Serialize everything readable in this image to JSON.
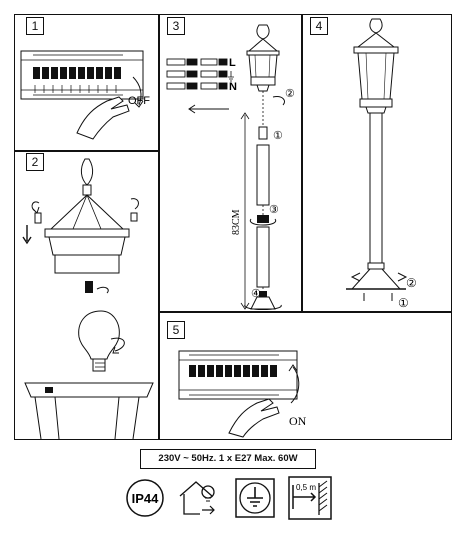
{
  "steps": {
    "s1": "1",
    "s2": "2",
    "s3": "3",
    "s4": "4",
    "s5": "5"
  },
  "labels": {
    "off": "OFF",
    "on": "ON",
    "wire_l": "L",
    "wire_n": "N",
    "height": "83CM",
    "callout_1": "①",
    "callout_2": "②",
    "callout_3": "③",
    "callout_4": "④"
  },
  "spec": "230V ~ 50Hz. 1 x E27 Max. 60W",
  "icons": {
    "ip_rating": "IP44",
    "min_distance": "0,5 m",
    "names": [
      "ip44-icon",
      "indoor-outdoor-lamp-icon",
      "earth-ground-icon",
      "min-distance-icon"
    ]
  }
}
